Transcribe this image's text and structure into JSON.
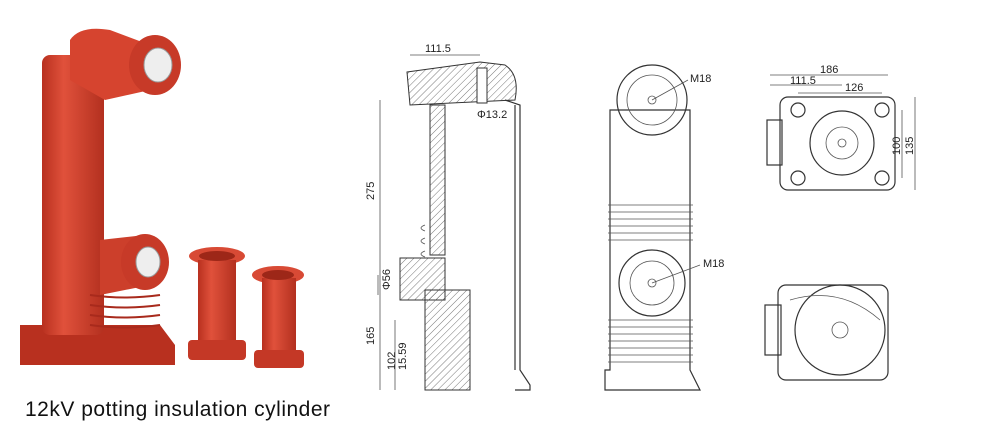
{
  "caption": "12kV potting insulation cylinder",
  "colors": {
    "product_red": "#d2402e",
    "highlight": "#e86a55",
    "shadow": "#a82a1c"
  },
  "section_view": {
    "dimensions": {
      "top_width": "111.5",
      "height_total": "275",
      "port_diameter": "Φ56",
      "lower_height": "165",
      "bellows_height": "102",
      "fin_pitch": "15.59",
      "hole": "Φ13.2"
    }
  },
  "front_view": {
    "labels": {
      "upper_thread": "M18",
      "lower_thread": "M18"
    }
  },
  "top_view": {
    "dimensions": {
      "overall_width": "186",
      "offset": "111.5",
      "hole_spacing": "126",
      "inner_height": "100",
      "outer_height": "135"
    }
  }
}
